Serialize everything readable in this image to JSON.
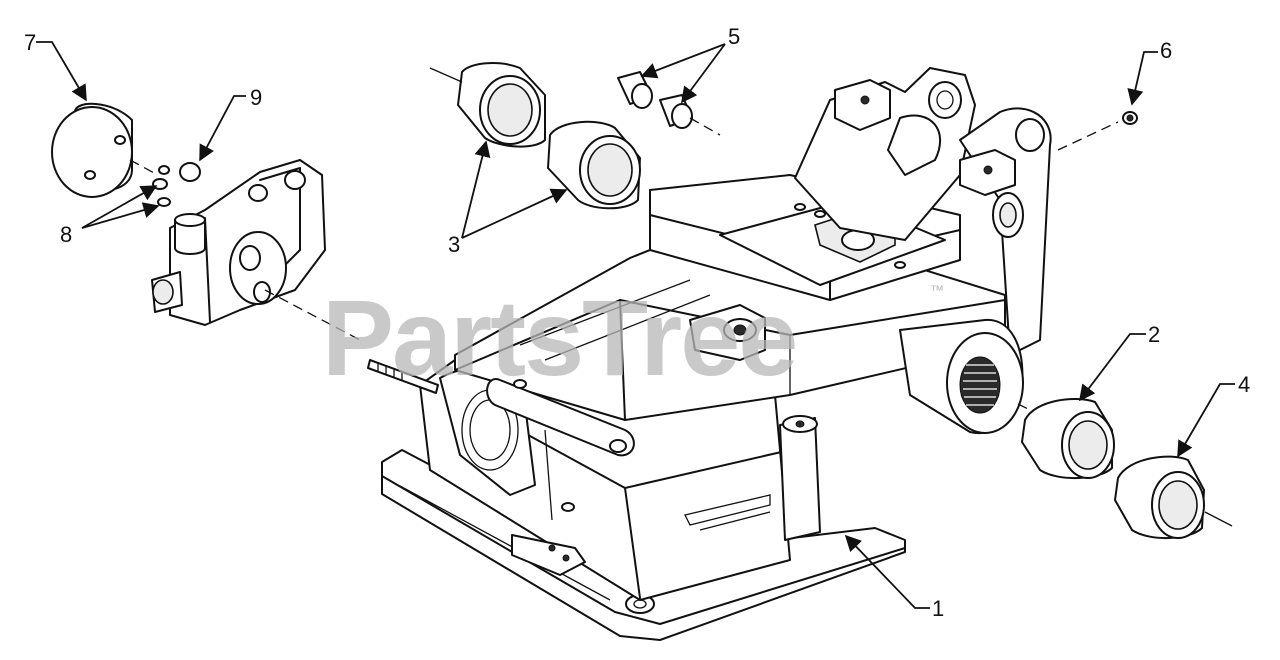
{
  "watermark": {
    "text": "PartsTree",
    "trademark": "™"
  },
  "callouts": {
    "c1": "1",
    "c2": "2",
    "c3": "3",
    "c4": "4",
    "c5": "5",
    "c6": "6",
    "c7": "7",
    "c8": "8",
    "c9": "9"
  }
}
